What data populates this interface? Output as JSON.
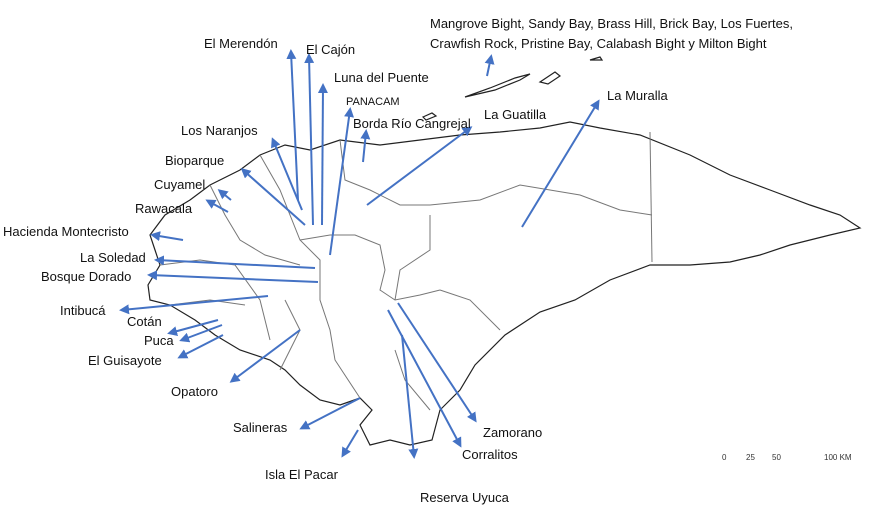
{
  "title": "Mapa de sitios en Honduras",
  "arrow_color": "#4472C4",
  "border_color": "#222222",
  "dept_color": "#777777",
  "labels": {
    "mangrove_1": "Mangrove Bight, Sandy Bay, Brass Hill, Brick Bay, Los Fuertes,",
    "mangrove_2": "Crawfish Rock, Pristine Bay, Calabash Bight y Milton Bight",
    "el_merendon": "El Merendón",
    "el_cajon": "El Cajón",
    "luna_del_puente": "Luna del Puente",
    "panacam": "PANACAM",
    "borda_rio_cangrejal": "Borda Río Cangrejal",
    "la_guatilla": "La Guatilla",
    "la_muralla": "La Muralla",
    "los_naranjos": "Los Naranjos",
    "bioparque": "Bioparque",
    "cuyamel": "Cuyamel",
    "rawacala": "Rawacala",
    "hacienda_montecristo": "Hacienda Montecristo",
    "la_soledad": "La Soledad",
    "bosque_dorado": "Bosque Dorado",
    "intibuca": "Intibucá",
    "cotan": "Cotán",
    "puca": "Puca",
    "el_guisayote": "El Guisayote",
    "opatoro": "Opatoro",
    "salineras": "Salineras",
    "isla_el_pacar": "Isla El Pacar",
    "reserva_uyuca": "Reserva Uyuca",
    "corralitos": "Corralitos",
    "zamorano": "Zamorano"
  },
  "scale_bar": {
    "ticks": [
      "0",
      "25",
      "50",
      "100 KM"
    ]
  }
}
